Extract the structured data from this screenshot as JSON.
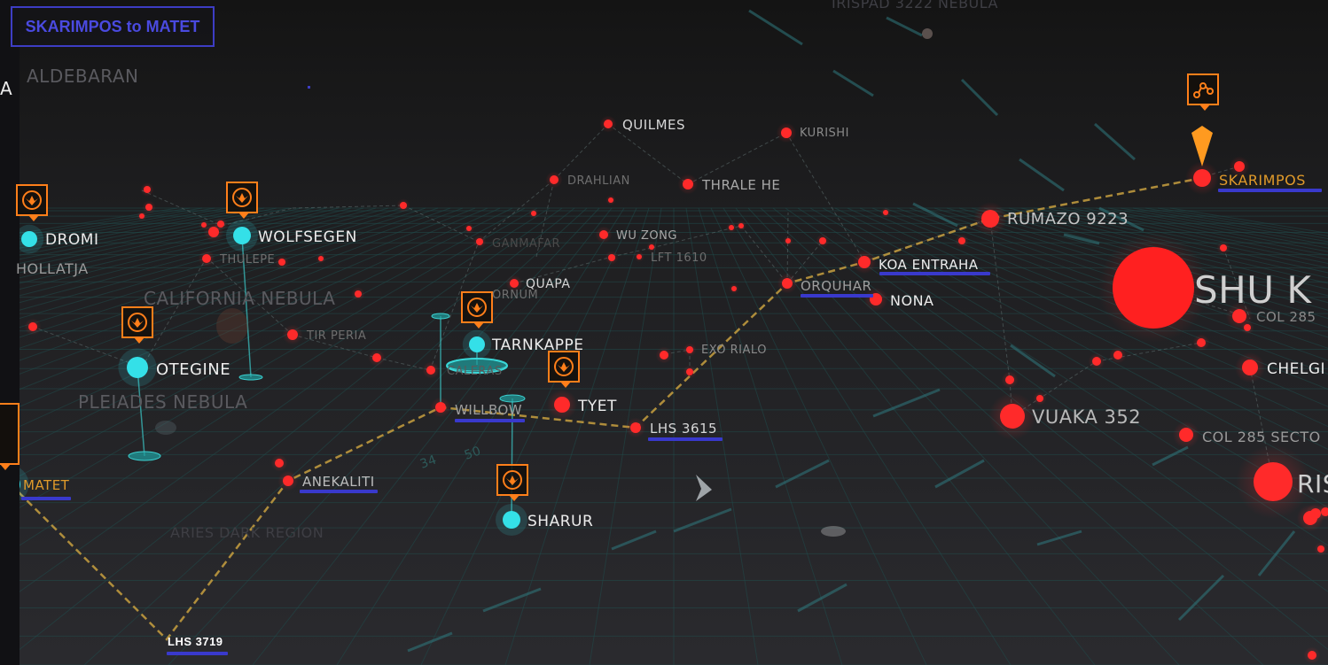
{
  "route": {
    "title": "SKARIMPOS to MATET"
  },
  "colors": {
    "background": "#1b1b1e",
    "grid": "#1f4d4d",
    "star_red": "#ff2a2a",
    "station_cyan": "#34e0e8",
    "route_dash": "#c8a040",
    "underline_blue": "#3939cc",
    "icon_orange": "#ff7f1a"
  },
  "regions": {
    "aldebaran": "ALDEBARAN",
    "california_nebula": "CALIFORNIA NEBULA",
    "pleiades_nebula": "PLEIADES NEBULA",
    "aries_dark_region": "ARIES DARK REGION",
    "top_nebula": "IRISPAD 3222 NEBULA",
    "edge_a": "A"
  },
  "systems": {
    "dromi": "DROMI",
    "hollatja": "HOLLATJA",
    "wolfsegen": "WOLFSEGEN",
    "thulepe": "THULEPE",
    "otegine": "OTEGINE",
    "tir_peria": "TIR PERIA",
    "matet": "MATET",
    "anekaliti": "ANEKALITI",
    "lhs3719": "LHS 3719",
    "quilmes": "QUILMES",
    "drahlian": "DRAHLIAN",
    "kurishi": "KURISHI",
    "thrale": "THRALE HE",
    "wuzong": "WU ZONG",
    "lft1610": "LFT 1610",
    "ganmafar": "GANMAFAR",
    "quapa": "QUAPA",
    "ornum": "ORNUM",
    "tarnkappe": "TARNKAPPE",
    "caleras": "CALERAS",
    "willbow": "WILLBOW",
    "tyet": "TYET",
    "lhs3615": "LHS 3615",
    "sharur": "SHARUR",
    "exorialo": "EXO RIALO",
    "rumazo": "RUMAZO 9223",
    "koa": "KOA ENTRAHA",
    "orquhar": "ORQUHAR",
    "nona": "NONA",
    "skarimpos": "SKARIMPOS",
    "shuk": "SHU K",
    "col285a": "COL 285",
    "chelgi": "CHELGI",
    "vuaka": "VUAKA 352",
    "col285b": "COL 285 SECTO",
    "ris": "RIS"
  },
  "grid": {
    "marker_a": "34",
    "marker_b": "50"
  }
}
